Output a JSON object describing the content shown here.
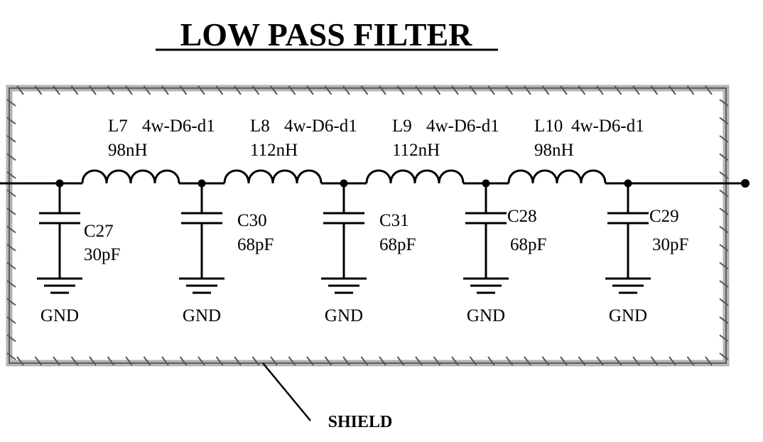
{
  "title": "LOW PASS FILTER",
  "shield_label": "SHIELD",
  "inductors": [
    {
      "ref": "L7",
      "part": "4w-D6-d1",
      "value": "98nH"
    },
    {
      "ref": "L8",
      "part": "4w-D6-d1",
      "value": "112nH"
    },
    {
      "ref": "L9",
      "part": "4w-D6-d1",
      "value": "112nH"
    },
    {
      "ref": "L10",
      "part": "4w-D6-d1",
      "value": "98nH"
    }
  ],
  "capacitors": [
    {
      "ref": "C27",
      "value": "30pF",
      "ground": "GND"
    },
    {
      "ref": "C30",
      "value": "68pF",
      "ground": "GND"
    },
    {
      "ref": "C31",
      "value": "68pF",
      "ground": "GND"
    },
    {
      "ref": "C28",
      "value": "68pF",
      "ground": "GND"
    },
    {
      "ref": "C29",
      "value": "30pF",
      "ground": "GND"
    }
  ],
  "colors": {
    "shield_border": "#b4b4b4",
    "ink": "#000000"
  }
}
